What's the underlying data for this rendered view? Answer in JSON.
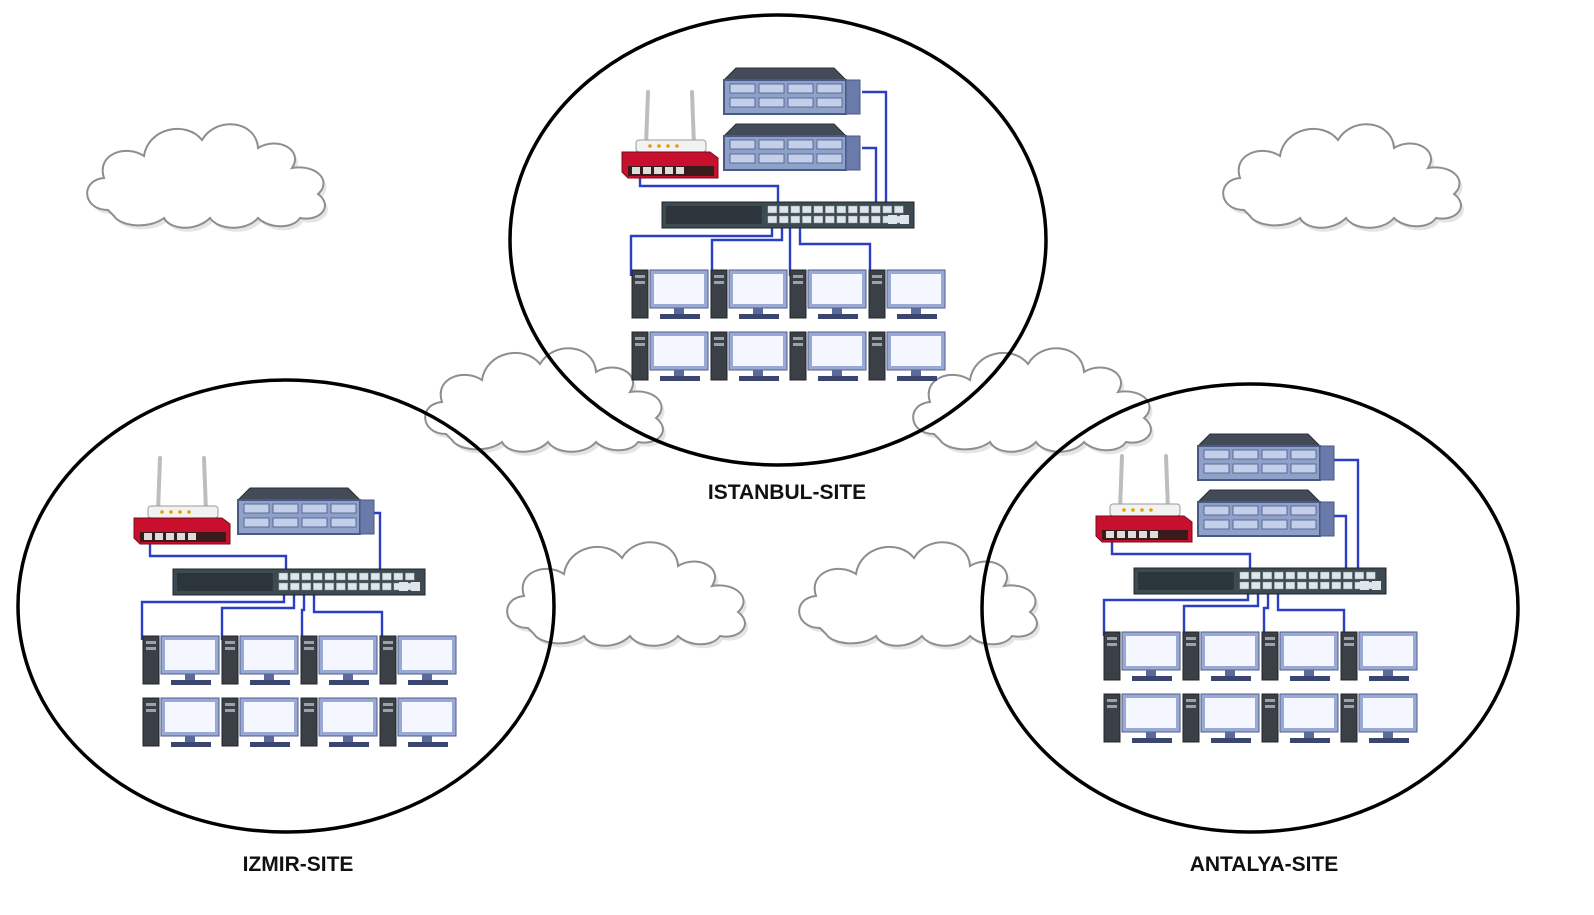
{
  "diagram": {
    "sites": [
      {
        "id": "istanbul",
        "label": "ISTANBUL-SITE",
        "servers": 2,
        "workstations": 8
      },
      {
        "id": "izmir",
        "label": "IZMIR-SITE",
        "servers": 1,
        "workstations": 8
      },
      {
        "id": "antalya",
        "label": "ANTALYA-SITE",
        "servers": 2,
        "workstations": 8
      }
    ],
    "colors": {
      "cable": "#2b3fc4",
      "router": "#c8102e",
      "switch": "#3d4a52",
      "server": "#8fa1c9",
      "workstation": "#9aa9d4",
      "cloud_stroke": "#8e8e8e",
      "circle_stroke": "#000000"
    },
    "icons": [
      "wifi-router-icon",
      "server-icon",
      "network-switch-icon",
      "workstation-icon",
      "cloud-icon"
    ]
  }
}
